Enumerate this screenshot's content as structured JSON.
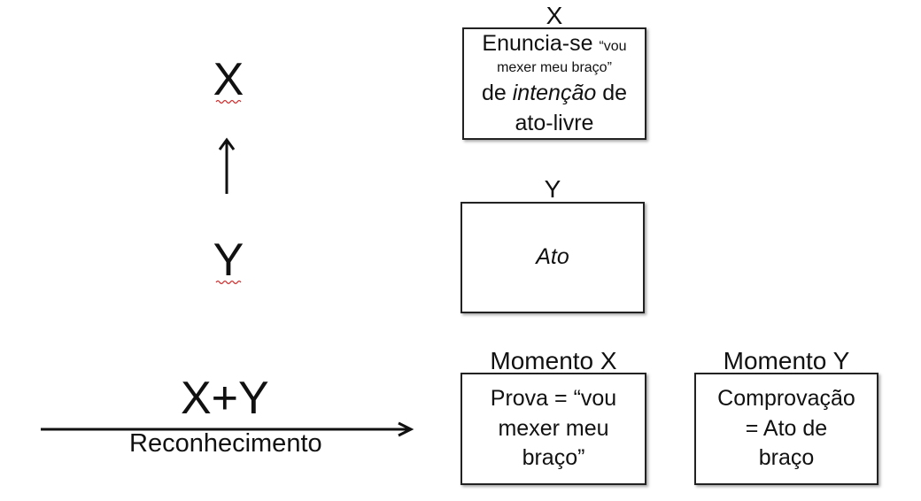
{
  "colors": {
    "ink": "#111111",
    "border": "#222222",
    "spellcheck_underline": "#d12b2b"
  },
  "left": {
    "top_letter": "X",
    "bottom_letter": "Y",
    "middle_letter_x_plus_y": "X+Y",
    "arrow_label": "Reconhecimento"
  },
  "box_x": {
    "title": "X",
    "line1_a": "Enuncia-se",
    "line1_b": "“vou",
    "line2": "mexer meu braço”",
    "line3_a": "de",
    "line3_b": "intenção",
    "line3_c": "de",
    "line4": "ato-livre"
  },
  "box_y": {
    "title": "Y",
    "text": "Ato"
  },
  "box_momento_x": {
    "title": "Momento X",
    "line1": "Prova = “vou",
    "line2": "mexer meu",
    "line3": "braço”"
  },
  "box_momento_y": {
    "title": "Momento Y",
    "line1": "Comprovação",
    "line2": "= Ato de",
    "line3": "braço"
  }
}
